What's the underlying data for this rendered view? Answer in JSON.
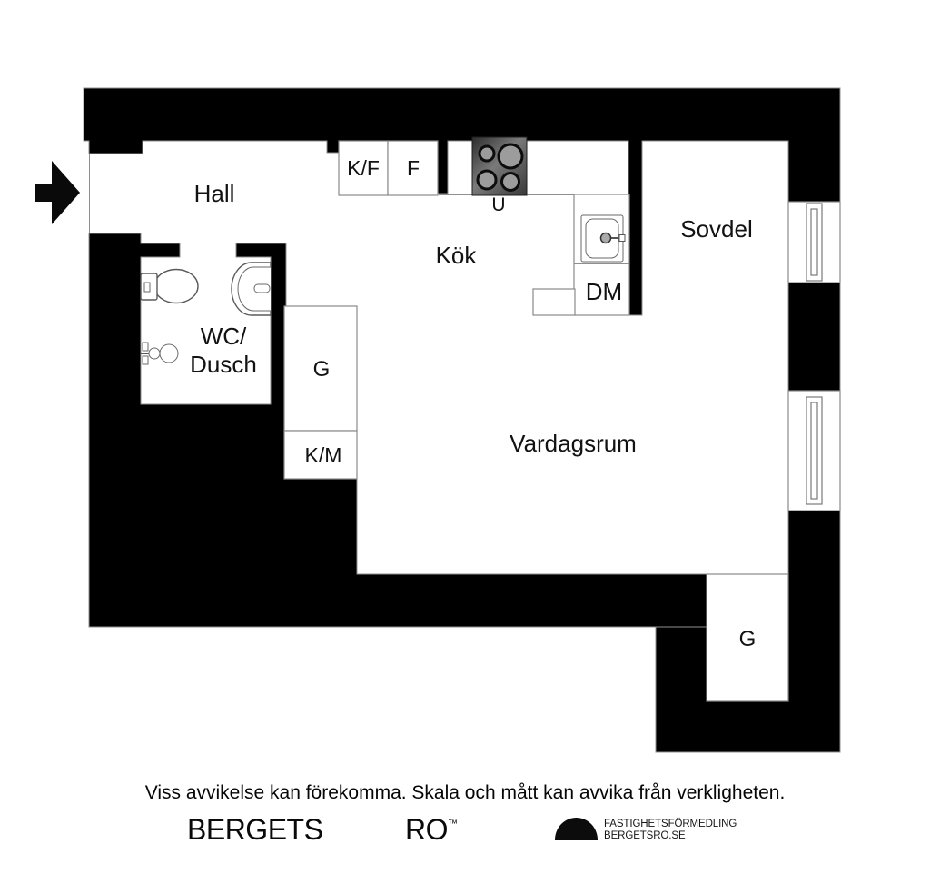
{
  "plan": {
    "labels": {
      "hall": "Hall",
      "kok": "Kök",
      "sovdel": "Sovdel",
      "vardagsrum": "Vardagsrum",
      "wc_line1": "WC/",
      "wc_line2": "Dusch",
      "kf": "K/F",
      "f": "F",
      "u": "U",
      "dm": "DM",
      "g_closet": "G",
      "km": "K/M",
      "g_bottom": "G"
    },
    "colors": {
      "wall": "#000000",
      "wall_outline": "#8f8f8f",
      "stove_body_dark": "#2d2d2d",
      "stove_body_light": "#7a7a7a",
      "burner": "#9c9c9c"
    },
    "icons": {
      "entrance_arrow": "right-arrow",
      "stove": "4-burner-cooktop",
      "kitchen_sink": "sink-with-faucet",
      "toilet": "toilet-top-view",
      "washbasin": "half-round-basin",
      "shower": "shower-mixer"
    }
  },
  "footer": {
    "disclaimer": "Viss avvikelse kan förekomma. Skala och mått kan avvika från verkligheten.",
    "brand_left": "BERGETS",
    "brand_right": "RO",
    "trademark": "™",
    "agency_line1": "FASTIGHETSFÖRMEDLING",
    "agency_line2": "BERGETSRO.SE"
  }
}
